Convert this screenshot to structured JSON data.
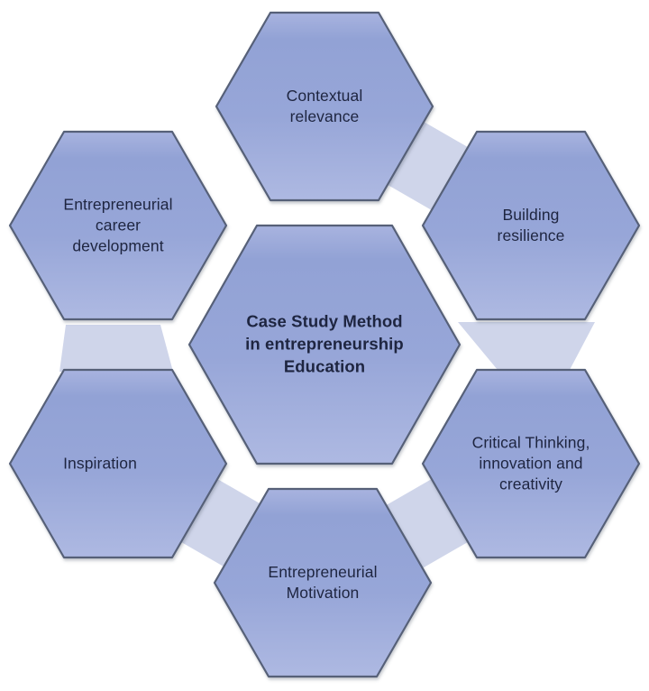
{
  "diagram": {
    "type": "hexagon-cluster",
    "title": "Case Study Method in entrepreneurship Education",
    "nodes": [
      {
        "id": "center",
        "label": "Case Study Method\nin entrepreneurship\nEducation",
        "emphasis": true
      },
      {
        "id": "top",
        "label": "Contextual\nrelevance"
      },
      {
        "id": "top-right",
        "label": "Building\nresilience"
      },
      {
        "id": "bottom-right",
        "label": "Critical Thinking,\ninnovation and\ncreativity"
      },
      {
        "id": "bottom",
        "label": "Entrepreneurial\nMotivation"
      },
      {
        "id": "bottom-left",
        "label": "Inspiration"
      },
      {
        "id": "top-left",
        "label": "Entrepreneurial\ncareer\ndevelopment"
      }
    ],
    "colors": {
      "hex_fill_top": "#A8B3DF",
      "hex_fill_upper_mid": "#92A2D5",
      "hex_fill_lower_mid": "#97A6D8",
      "hex_fill_bottom": "#AEB9E2",
      "hex_border": "#566178",
      "connector": "#CFD5EA",
      "text": "#1E2540",
      "background": "#FFFFFF"
    }
  }
}
